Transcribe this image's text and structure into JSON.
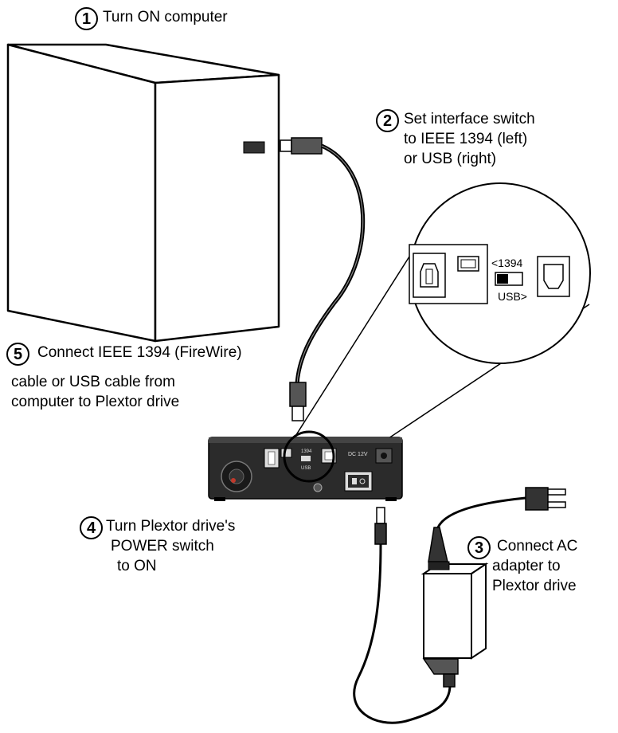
{
  "steps": [
    {
      "number": "1",
      "lines": [
        "Turn ON computer"
      ]
    },
    {
      "number": "2",
      "lines": [
        "Set interface switch",
        "to IEEE 1394 (left)",
        "or USB (right)"
      ]
    },
    {
      "number": "3",
      "lines": [
        "Connect AC",
        "adapter to",
        "Plextor drive"
      ]
    },
    {
      "number": "4",
      "lines": [
        "Turn Plextor drive's",
        "POWER switch",
        "to ON"
      ]
    },
    {
      "number": "5",
      "lines": [
        "Connect IEEE 1394 (FireWire)",
        "cable or USB cable from",
        "computer to Plextor drive"
      ]
    }
  ],
  "callout": {
    "switch_left_label": "<1394",
    "switch_right_label": "USB>"
  },
  "drive_panel": {
    "left_label": "1394",
    "right_label": "USB",
    "power_label": "DC 12V"
  },
  "colors": {
    "line": "#000000",
    "drive_body": "#2b2b2b",
    "background": "#ffffff"
  }
}
